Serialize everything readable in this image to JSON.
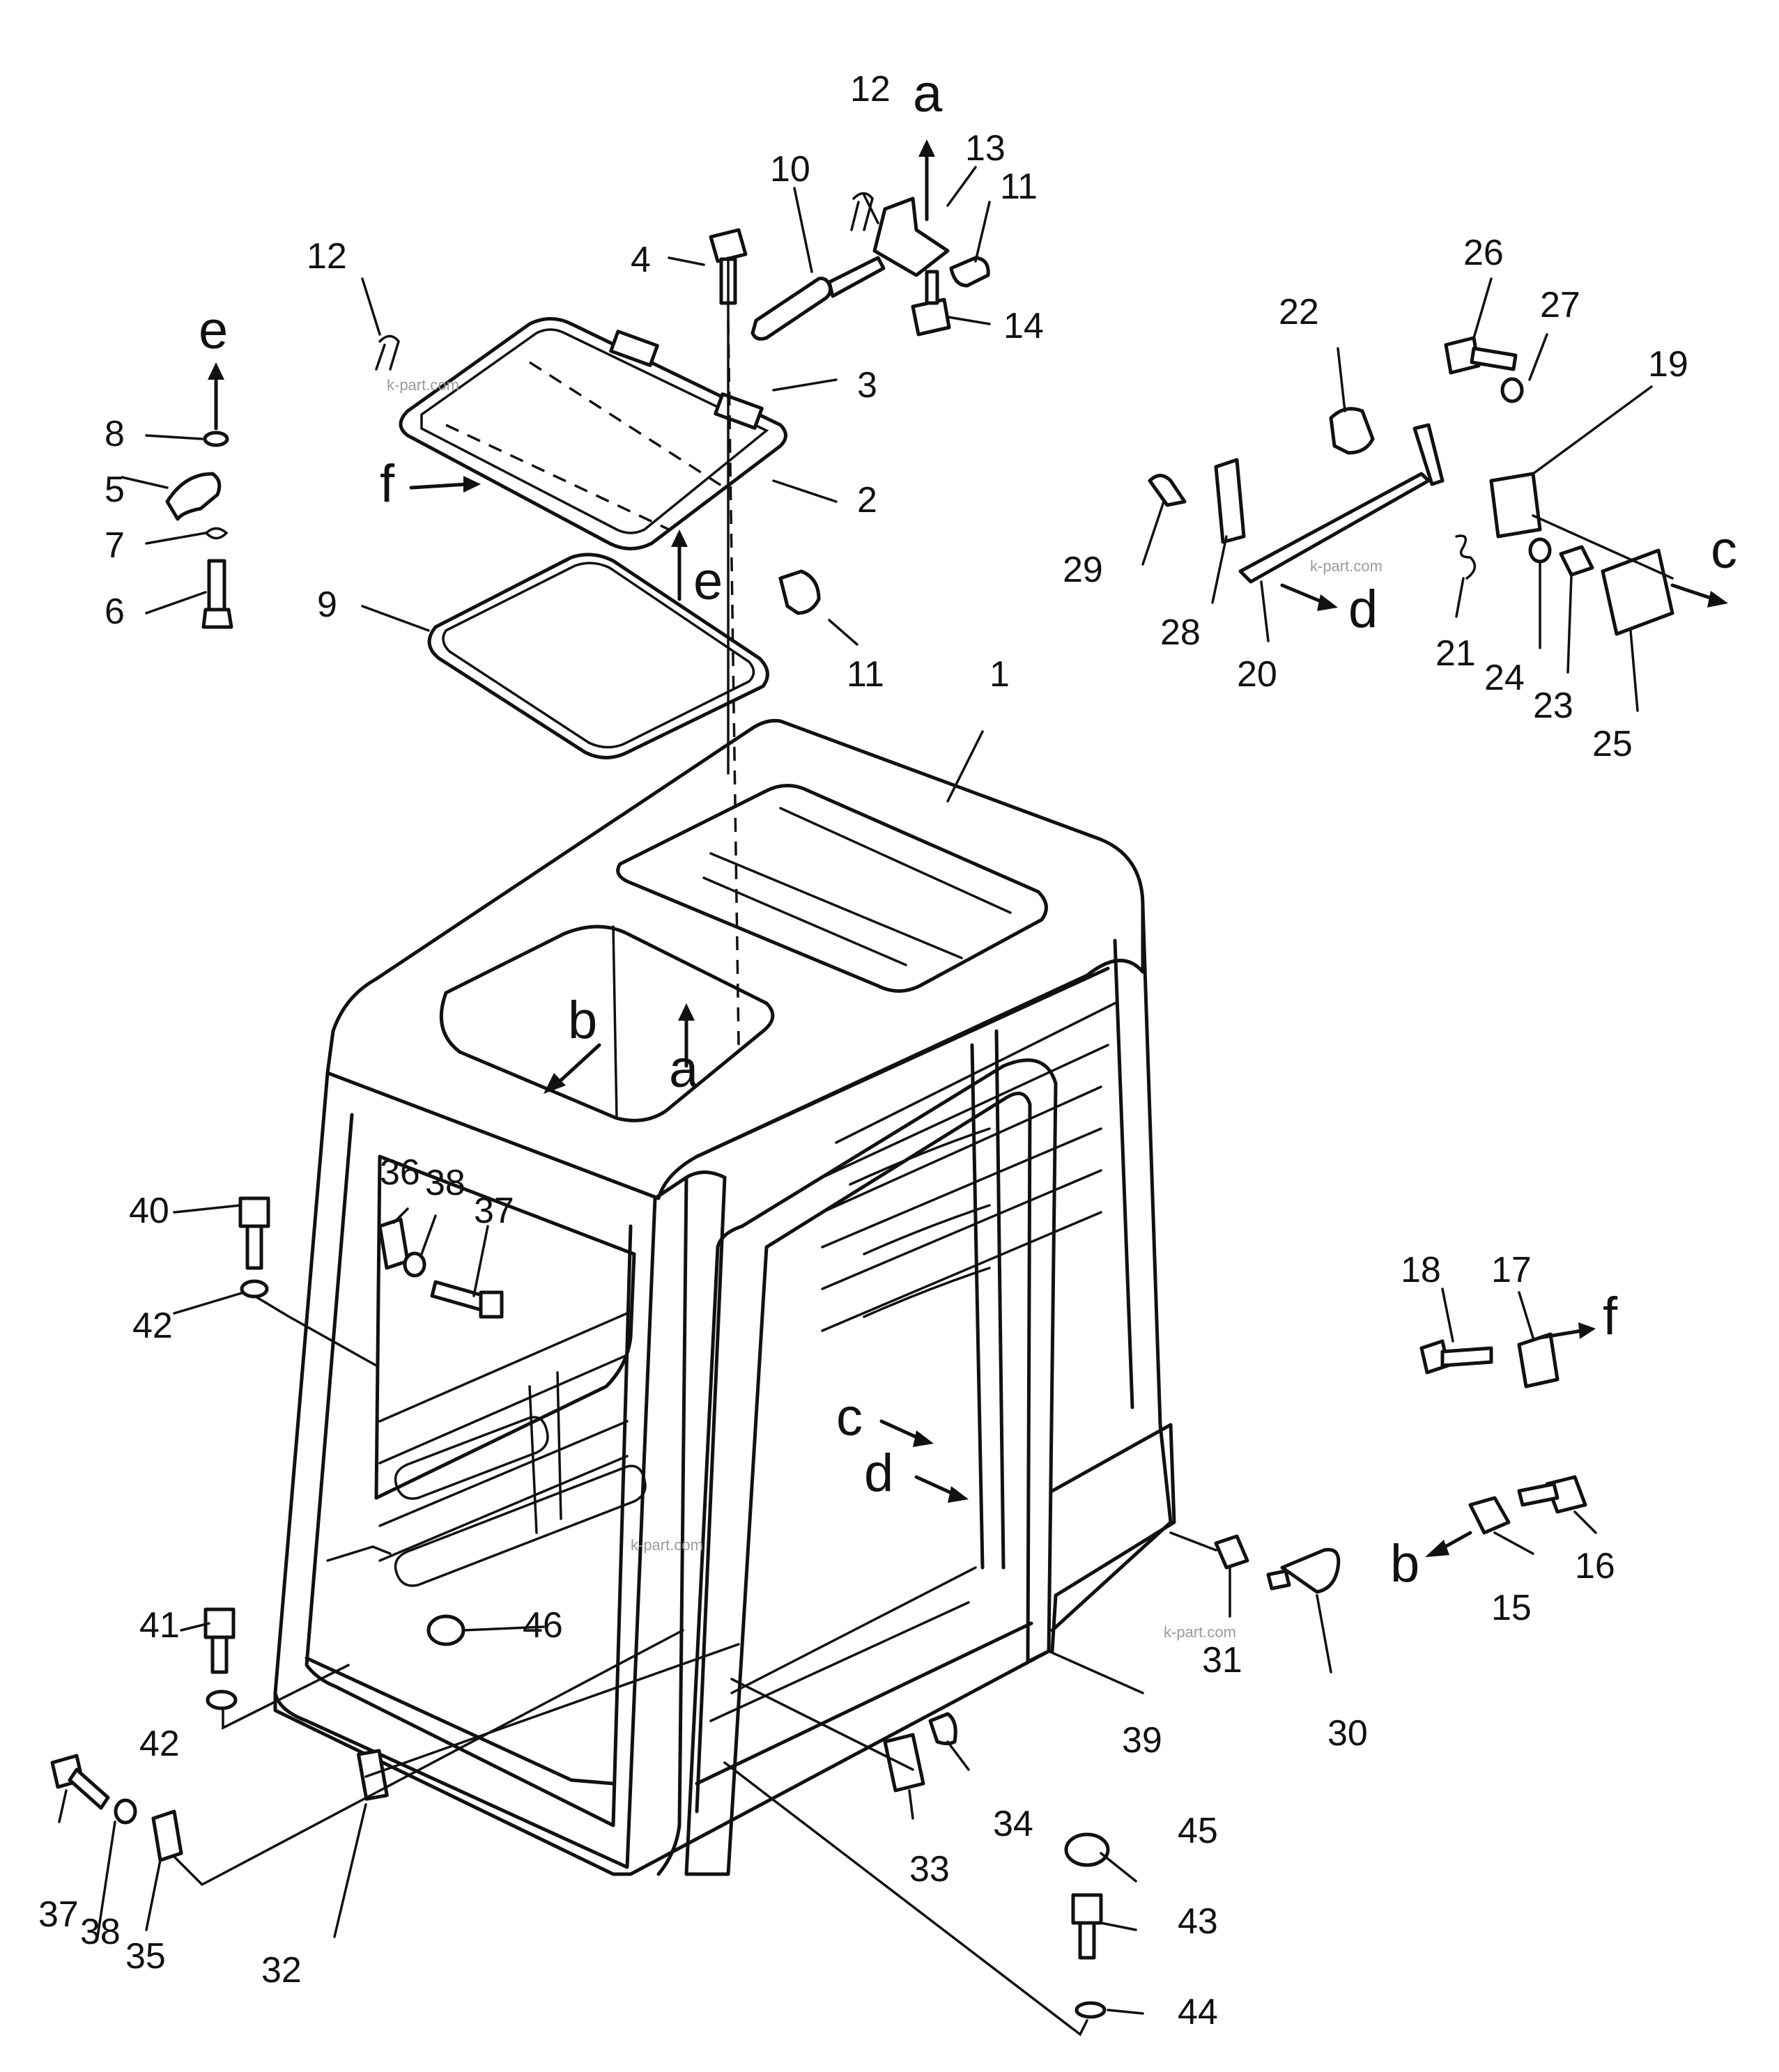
{
  "part_labels": {
    "n1": "1",
    "n2": "2",
    "n3": "3",
    "n4": "4",
    "n5": "5",
    "n6": "6",
    "n7": "7",
    "n8": "8",
    "n9": "9",
    "n10": "10",
    "n11a": "11",
    "n11b": "11",
    "n12a": "12",
    "n12b": "12",
    "n13": "13",
    "n14": "14",
    "n15": "15",
    "n16": "16",
    "n17": "17",
    "n18": "18",
    "n19": "19",
    "n20": "20",
    "n21": "21",
    "n22": "22",
    "n23": "23",
    "n24": "24",
    "n25": "25",
    "n26": "26",
    "n27": "27",
    "n28": "28",
    "n29": "29",
    "n30": "30",
    "n31": "31",
    "n32": "32",
    "n33": "33",
    "n34": "34",
    "n35": "35",
    "n36": "36",
    "n37a": "37",
    "n37b": "37",
    "n38a": "38",
    "n38b": "38",
    "n39": "39",
    "n40": "40",
    "n41": "41",
    "n42a": "42",
    "n42b": "42",
    "n43": "43",
    "n44": "44",
    "n45": "45",
    "n46": "46"
  },
  "view_letters": {
    "a_top": "a",
    "a_mid": "a",
    "b_mid": "b",
    "b_right": "b",
    "c_right": "c",
    "c_mid": "c",
    "d_right": "d",
    "d_mid": "d",
    "e_left": "e",
    "e_mid": "e",
    "f_left": "f",
    "f_right": "f"
  },
  "watermarks": {
    "w1": "k-part.com",
    "w2": "k-part.com",
    "w3": "k-part.com",
    "w4": "k-part.com"
  }
}
